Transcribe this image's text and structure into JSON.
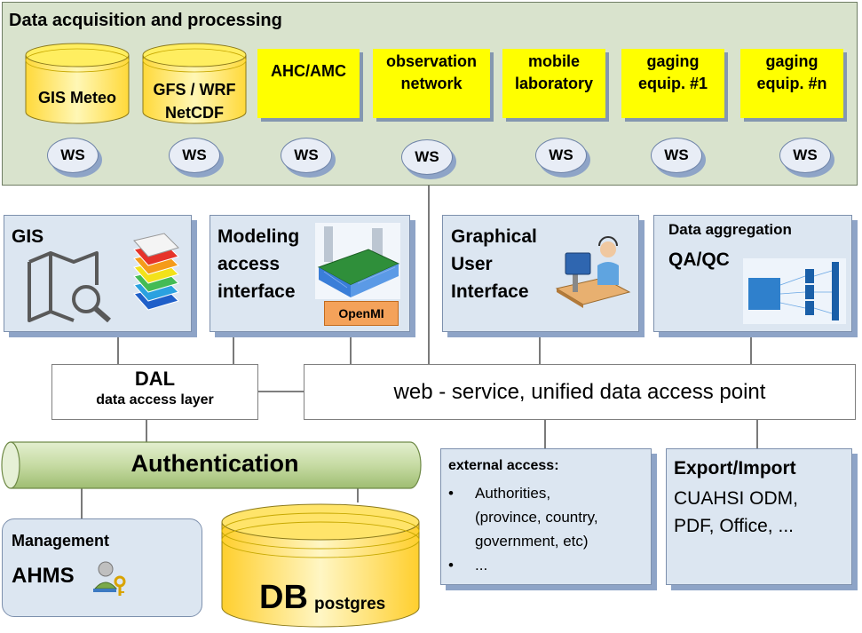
{
  "acquisition": {
    "title": "Data acquisition and processing",
    "sources": [
      {
        "line1": "GIS Meteo",
        "line2": ""
      },
      {
        "line1": "GFS / WRF",
        "line2": "NetCDF"
      },
      {
        "line1": "AHC/AMC",
        "line2": ""
      },
      {
        "line1": "observation",
        "line2": "network"
      },
      {
        "line1": "mobile",
        "line2": "laboratory"
      },
      {
        "line1": "gaging",
        "line2": "equip. #1"
      },
      {
        "line1": "gaging",
        "line2": "equip. #n"
      }
    ],
    "ws_label": "WS"
  },
  "gis": {
    "title": "GIS"
  },
  "modeling": {
    "line1": "Modeling",
    "line2": "access",
    "line3": "interface",
    "openmi": "OpenMI"
  },
  "gui": {
    "line1": "Graphical",
    "line2": "User",
    "line3": "Interface"
  },
  "aggregation": {
    "title": "Data aggregation",
    "subtitle": "QA/QC"
  },
  "dal": {
    "title": "DAL",
    "subtitle": "data access layer"
  },
  "webservice": {
    "label": "web - service, unified data access point"
  },
  "auth": {
    "label": "Authentication"
  },
  "management": {
    "title": "Management",
    "subtitle": "AHMS"
  },
  "db": {
    "title": "DB",
    "subtitle": "postgres"
  },
  "external": {
    "title": "external access:",
    "items": [
      "Authorities,",
      "(province, country,",
      "government, etc)",
      "..."
    ]
  },
  "export": {
    "title": "Export/Import",
    "line1": "CUAHSI ODM,",
    "line2": "PDF, Office, ..."
  },
  "colors": {
    "yellow": "#ffff00",
    "green_bg": "#d9e3cd",
    "panel_bg": "#dce6f1",
    "auth_green": "#c6dba3"
  }
}
